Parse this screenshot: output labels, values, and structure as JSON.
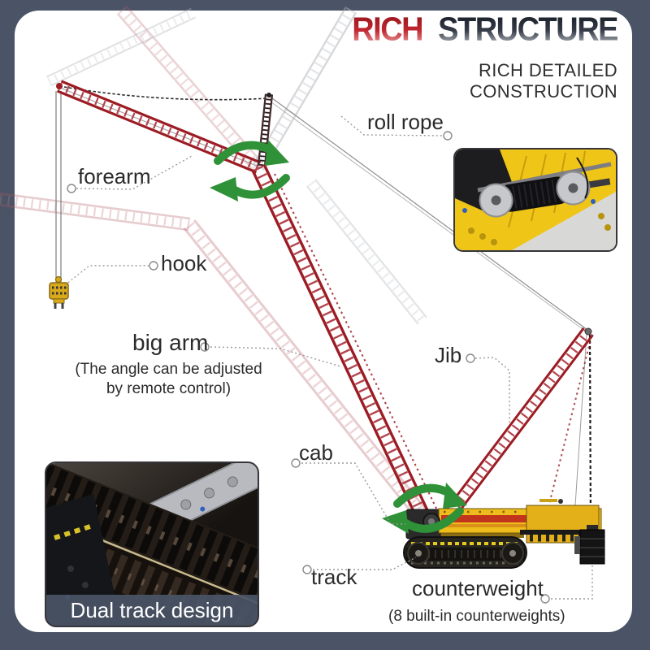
{
  "header": {
    "title_red_text": "RICH",
    "title_dark_text": "STRUCTURE",
    "subtitle": "RICH DETAILED CONSTRUCTION"
  },
  "callouts": {
    "roll_rope": "roll rope",
    "forearm": "forearm",
    "hook": "hook",
    "big_arm": "big arm",
    "big_arm_note_line1": "(The angle can be adjusted",
    "big_arm_note_line2": "by remote control)",
    "jib": "Jib",
    "cab": "cab",
    "track": "track",
    "counterweight": "counterweight",
    "counterweight_note": "(8 built-in counterweights)"
  },
  "insets": {
    "dual_track_caption": "Dual track design"
  },
  "colors": {
    "frame": "#4a5466",
    "panel": "#ffffff",
    "crane_red": "#9c1c24",
    "ghost_pink": "#c4767c",
    "ghost_gray": "#b9bcc2",
    "arrow_green": "#2f9138",
    "body_yellow": "#eebd1c",
    "stripe_red": "#c2341c",
    "title_red": "#c22730",
    "title_dark": "#272c35"
  }
}
